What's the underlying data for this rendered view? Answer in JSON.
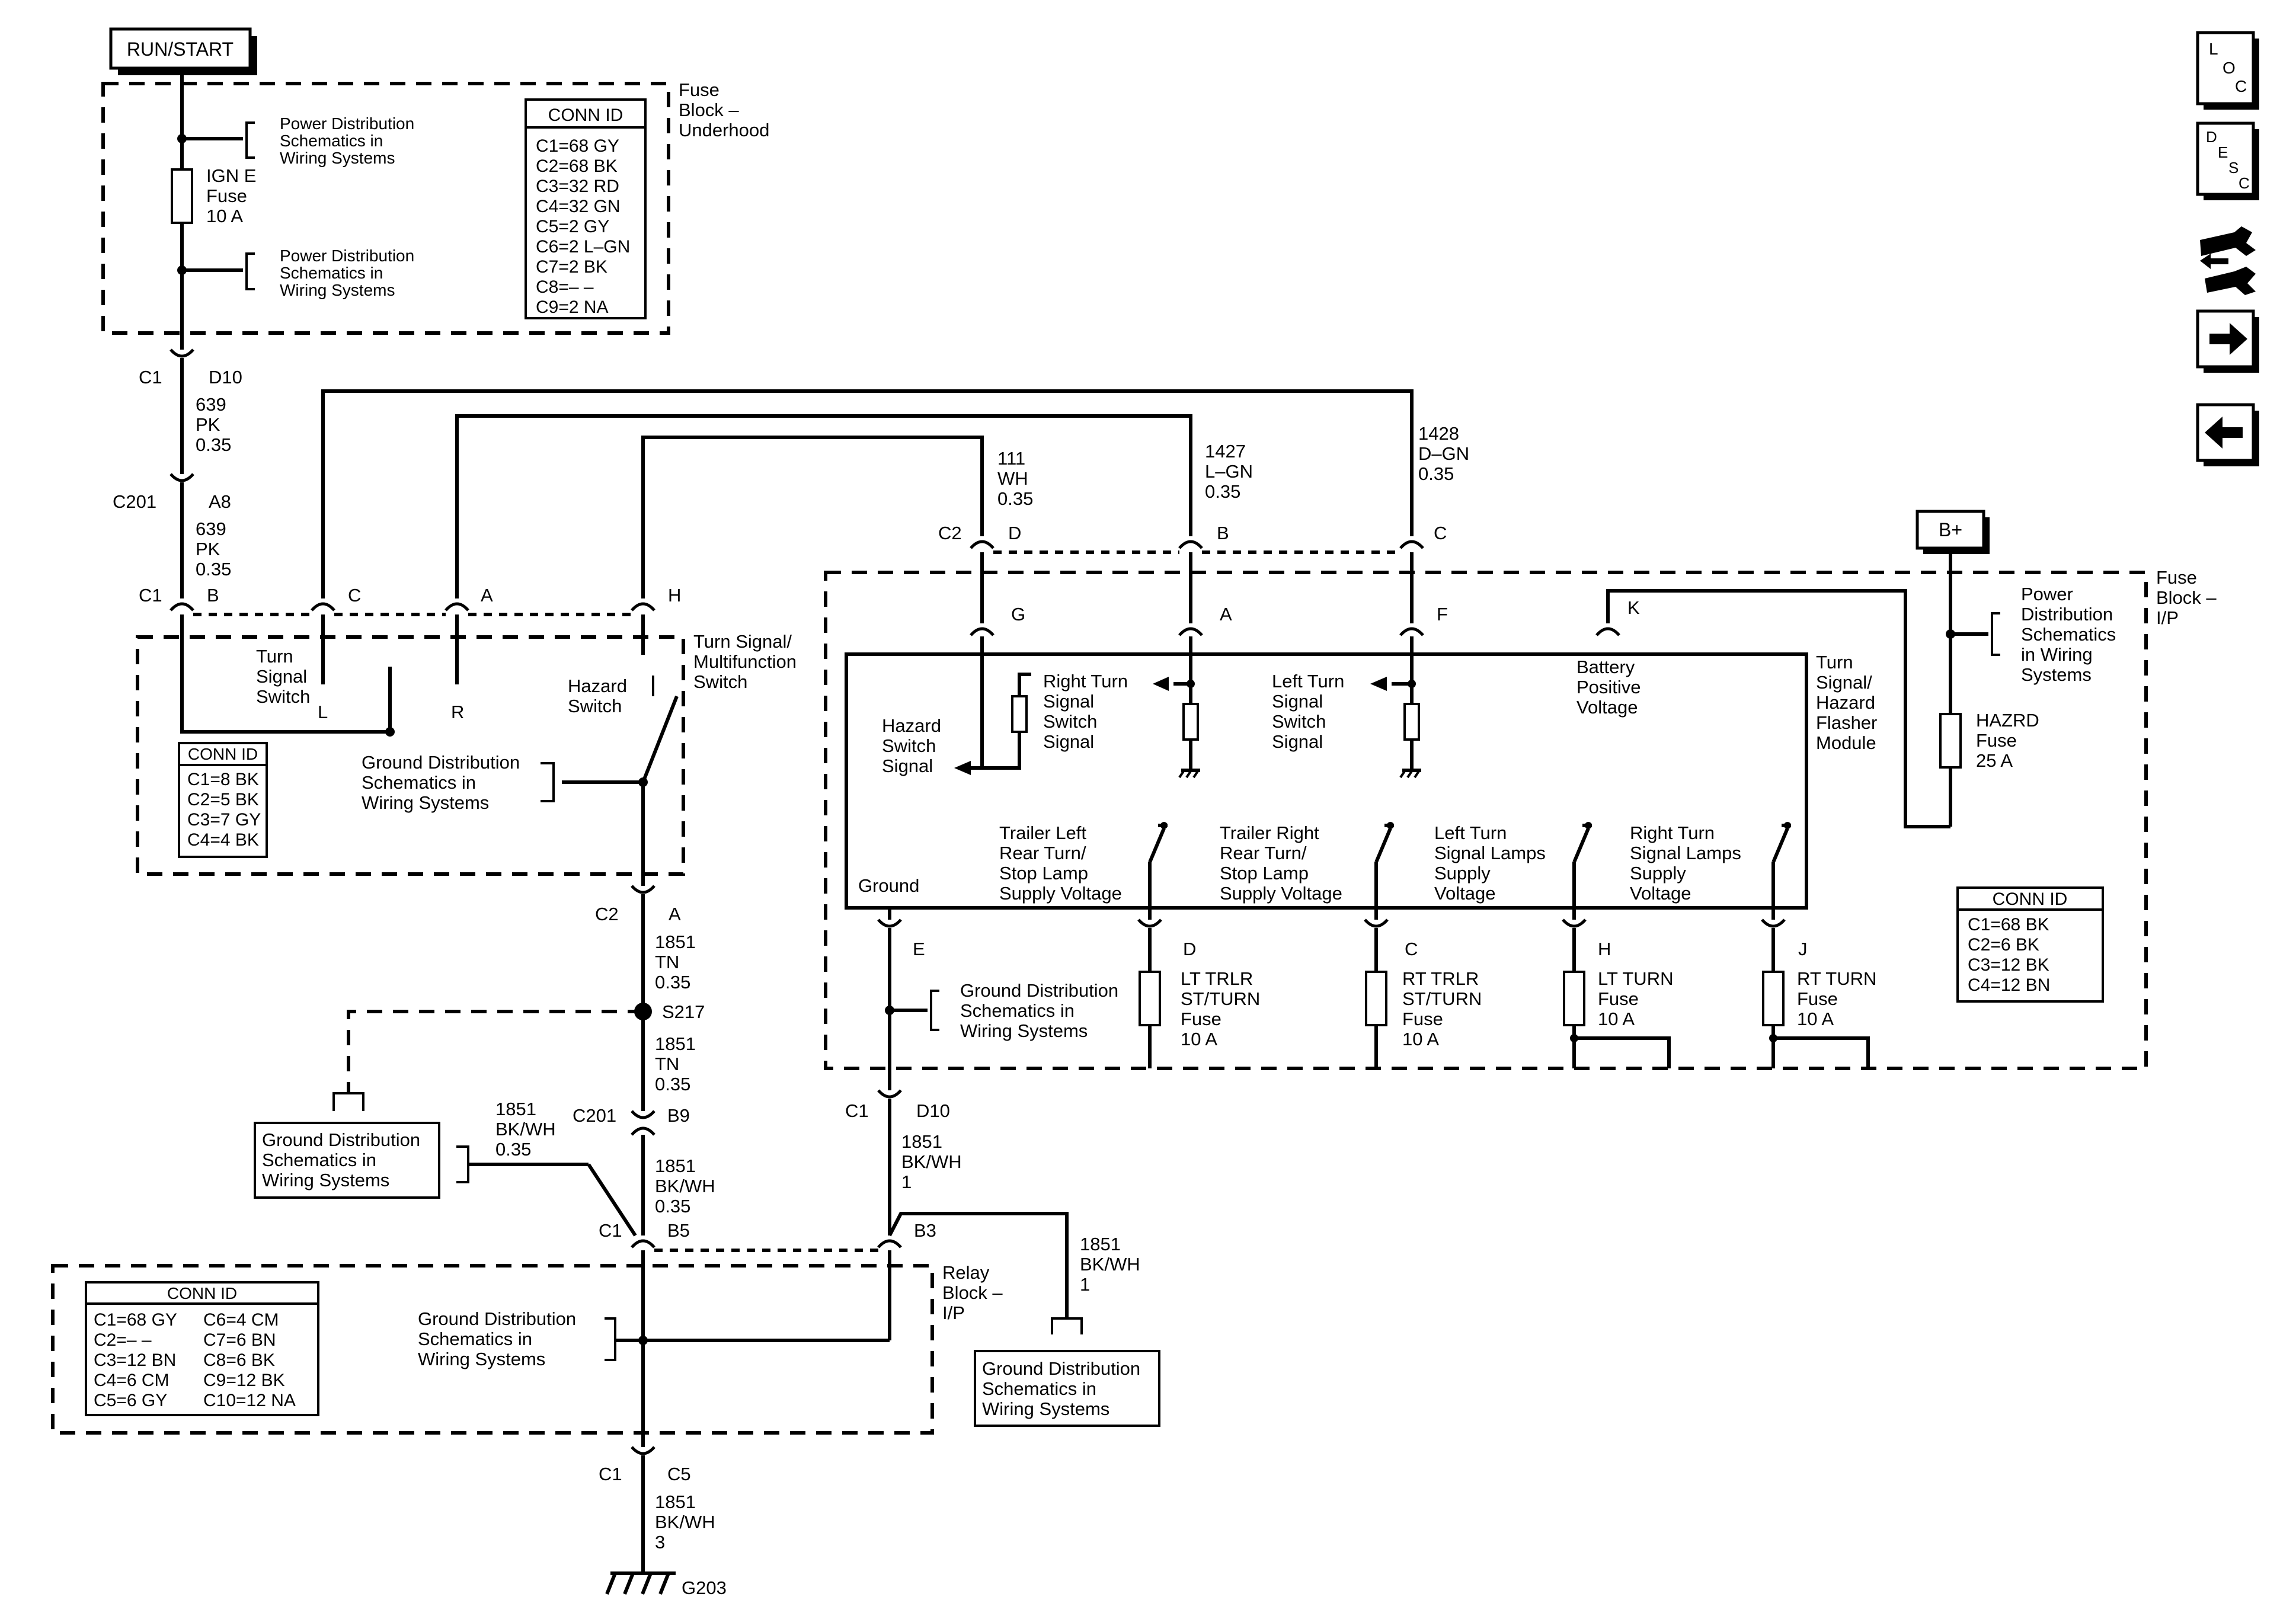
{
  "nav": {
    "loc_letters": [
      "L",
      "O",
      "C"
    ],
    "desc_letters": [
      "D",
      "E",
      "S",
      "C"
    ],
    "forward_icon": "arrow-right-icon",
    "back_icon": "arrow-left-icon",
    "tools_icon": "wrench-arrows-icon"
  },
  "power": {
    "run_start": "RUN/START",
    "b_plus": "B+"
  },
  "fuse_block_underhood": {
    "title_lines": [
      "Fuse",
      "Block –",
      "Underhood"
    ],
    "fuse_lines": [
      "IGN E",
      "Fuse",
      "10 A"
    ],
    "power_ref_top": [
      "Power Distribution",
      "Schematics in",
      "Wiring  Systems"
    ],
    "power_ref_bottom": [
      "Power Distribution",
      "Schematics in",
      "Wiring  Systems"
    ],
    "conn_id_title": "CONN ID",
    "conn_id_rows": [
      "C1=68 GY",
      "C2=68 BK",
      "C3=32 RD",
      "C4=32 GN",
      "C5=2 GY",
      "C6=2 L–GN",
      "C7=2 BK",
      "C8=– –",
      "C9=2 NA"
    ]
  },
  "turn_switch": {
    "title_lines": [
      "Turn Signal/",
      "Multifunction",
      "Switch"
    ],
    "turn_label": [
      "Turn",
      "Signal",
      "Switch"
    ],
    "left_label": "L",
    "right_label": "R",
    "hazard_label": [
      "Hazard",
      "Switch"
    ],
    "ground_ref": [
      "Ground Distribution",
      "Schematics in",
      "Wiring Systems"
    ],
    "conn_id_title": "CONN ID",
    "conn_id_rows": [
      "C1=8 BK",
      "C2=5 BK",
      "C3=7 GY",
      "C4=4 BK"
    ],
    "pins": {
      "b": "B",
      "c": "C",
      "a": "A",
      "h": "H",
      "c1": "C1"
    }
  },
  "flasher_module": {
    "title_lines": [
      "Turn",
      "Signal/",
      "Hazard",
      "Flasher",
      "Module"
    ],
    "hazard_signal": [
      "Hazard",
      "Switch",
      "Signal"
    ],
    "right_turn_signal": [
      "Right Turn",
      "Signal",
      "Switch",
      "Signal"
    ],
    "left_turn_signal": [
      "Left Turn",
      "Signal",
      "Switch",
      "Signal"
    ],
    "battery_voltage": [
      "Battery",
      "Positive",
      "Voltage"
    ],
    "trailer_left": [
      "Trailer Left",
      "Rear Turn/",
      "Stop Lamp",
      "Supply Voltage"
    ],
    "trailer_right": [
      "Trailer Right",
      "Rear Turn/",
      "Stop Lamp",
      "Supply Voltage"
    ],
    "left_turn_lamps": [
      "Left Turn",
      "Signal Lamps",
      "Supply",
      "Voltage"
    ],
    "right_turn_lamps": [
      "Right Turn",
      "Signal Lamps",
      "Supply",
      "Voltage"
    ],
    "ground": "Ground",
    "pins": {
      "g": "G",
      "a": "A",
      "f": "F",
      "k": "K",
      "e": "E",
      "d": "D",
      "c": "C",
      "h": "H",
      "j": "J"
    }
  },
  "fuse_block_ip": {
    "title_lines": [
      "Fuse",
      "Block –",
      "I/P"
    ],
    "power_ref": [
      "Power",
      "Distribution",
      "Schematics",
      "in Wiring",
      "Systems"
    ],
    "hazrd_fuse": [
      "HAZRD",
      "Fuse",
      "25 A"
    ],
    "lt_trlr_fuse": [
      "LT TRLR",
      "ST/TURN",
      "Fuse",
      "10 A"
    ],
    "rt_trlr_fuse": [
      "RT TRLR",
      "ST/TURN",
      "Fuse",
      "10 A"
    ],
    "lt_turn_fuse": [
      "LT TURN",
      "Fuse",
      "10 A"
    ],
    "rt_turn_fuse": [
      "RT TURN",
      "Fuse",
      "10 A"
    ],
    "ground_ref": [
      "Ground Distribution",
      "Schematics in",
      "Wiring Systems"
    ],
    "conn_id_title": "CONN ID",
    "conn_id_rows": [
      "C1=68 BK",
      "C2=6 BK",
      "C3=12 BK",
      "C4=12 BN"
    ]
  },
  "relay_block": {
    "title_lines": [
      "Relay",
      "Block –",
      "I/P"
    ],
    "ground_ref": [
      "Ground Distribution",
      "Schematics in",
      "Wiring Systems"
    ],
    "conn_id_title": "CONN ID",
    "conn_id_left": [
      "C1=68 GY",
      "C2=– –",
      "C3=12 BN",
      "C4=6 CM",
      "C5=6 GY"
    ],
    "conn_id_right": [
      "C6=4 CM",
      "C7=6 BN",
      "C8=6 BK",
      "C9=12 BK",
      "C10=12 NA"
    ]
  },
  "wires": {
    "w639_a": [
      "639",
      "PK",
      "0.35"
    ],
    "w639_b": [
      "639",
      "PK",
      "0.35"
    ],
    "w111": [
      "111",
      "WH",
      "0.35"
    ],
    "w1427": [
      "1427",
      "L–GN",
      "0.35"
    ],
    "w1428": [
      "1428",
      "D–GN",
      "0.35"
    ],
    "w1851_tn_a": [
      "1851",
      "TN",
      "0.35"
    ],
    "w1851_tn_b": [
      "1851",
      "TN",
      "0.35"
    ],
    "w1851_bkwh_left": [
      "1851",
      "BK/WH",
      "0.35"
    ],
    "w1851_bkwh_mid": [
      "1851",
      "BK/WH",
      "0.35"
    ],
    "w1851_bkwh_d10": [
      "1851",
      "BK/WH",
      "1"
    ],
    "w1851_bkwh_b3": [
      "1851",
      "BK/WH",
      "1"
    ],
    "w1851_bkwh_g203": [
      "1851",
      "BK/WH",
      "3"
    ]
  },
  "connectors": {
    "c1_d10_top": [
      "C1",
      "D10"
    ],
    "c201_a8": [
      "C201",
      "A8"
    ],
    "c2_d": [
      "C2",
      "D"
    ],
    "conn_b": "B",
    "conn_c": "C",
    "c2_a": [
      "C2",
      "A"
    ],
    "s217": "S217",
    "c201_b9": [
      "C201",
      "B9"
    ],
    "c1_b5": [
      "C1",
      "B5"
    ],
    "b3": "B3",
    "c1_d10_low": [
      "C1",
      "D10"
    ],
    "c1_c5": [
      "C1",
      "C5"
    ],
    "g203": "G203"
  },
  "ground_boxes": {
    "left": [
      "Ground Distribution",
      "Schematics in",
      "Wiring Systems"
    ],
    "right": [
      "Ground Distribution",
      "Schematics in",
      "Wiring Systems"
    ]
  }
}
